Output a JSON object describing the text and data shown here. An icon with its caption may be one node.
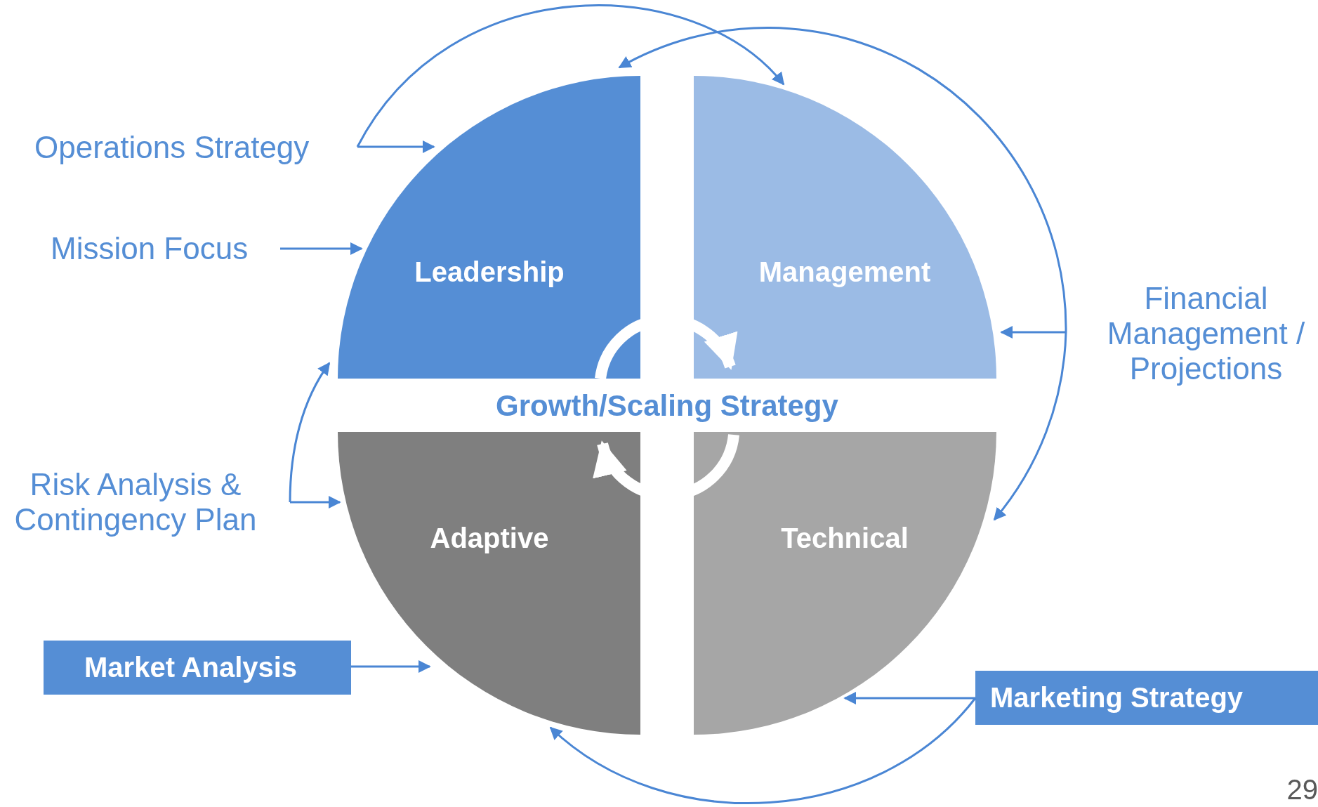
{
  "diagram": {
    "nodes": [
      {
        "text": [
          "Operations Strategy"
        ]
      },
      {
        "text": [
          "Mission Focus"
        ]
      },
      {
        "text": [
          "Leadership"
        ]
      },
      {
        "text": [
          "Management"
        ]
      },
      {
        "text": [
          "Financial Management / Projections"
        ]
      },
      {
        "text": [
          "Risk Analysis & Contingency Plan"
        ]
      },
      {
        "text": [
          "Adaptive"
        ]
      },
      {
        "text": [
          "Technical"
        ]
      },
      {
        "text": [
          "Market Analysis"
        ]
      },
      {
        "text": [
          "Marketing Strategy"
        ]
      }
    ],
    "edges": [
      {
        "from": 0,
        "to": 2,
        "arrow": "to"
      },
      {
        "from": 0,
        "to": 3,
        "arrow": "to"
      },
      {
        "from": 1,
        "to": 2,
        "arrow": "to"
      },
      {
        "from": 4,
        "to": 3,
        "arrow": "to"
      },
      {
        "from": 4,
        "to": 2,
        "arrow": "to"
      },
      {
        "from": 4,
        "to": 7,
        "arrow": "to"
      },
      {
        "from": 5,
        "to": 2,
        "arrow": "to"
      },
      {
        "from": 5,
        "to": 6,
        "arrow": "to"
      },
      {
        "from": 8,
        "to": 6,
        "arrow": "to"
      },
      {
        "from": 9,
        "to": 7,
        "arrow": "to"
      },
      {
        "from": 9,
        "to": 6,
        "arrow": "to"
      },
      {
        "from": 2,
        "to": 3,
        "arrow": "to",
        "style": "thick",
        "color": "#ffffff"
      },
      {
        "from": 7,
        "to": 6,
        "arrow": "to",
        "style": "thick",
        "color": "#ffffff"
      }
    ],
    "labels": [
      "Growth/Scaling Strategy",
      "29"
    ]
  }
}
